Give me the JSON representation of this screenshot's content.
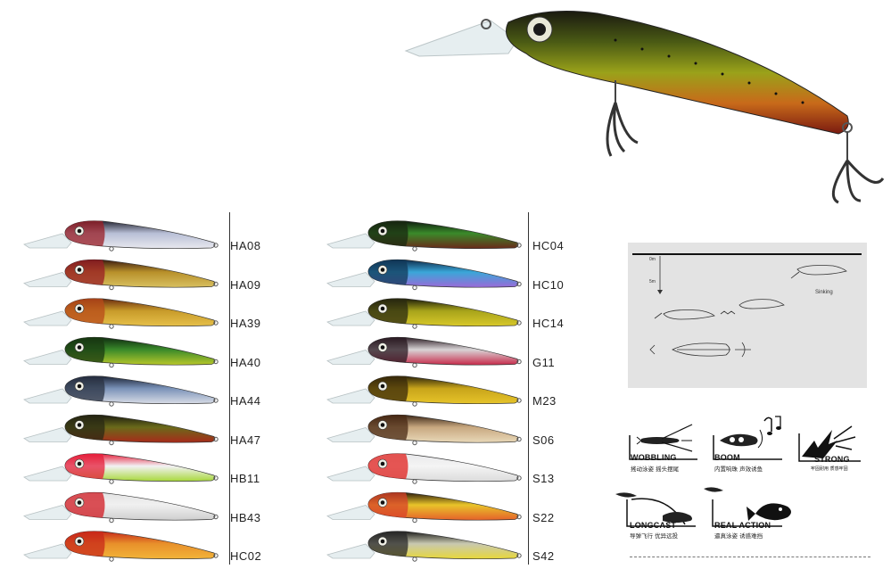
{
  "colors": {
    "black_back": "#1a1a1a",
    "red_head": "#d8262c",
    "lip_clear": "#e6eef0"
  },
  "diagram": {
    "depth_top": "0m",
    "depth_mid": "5m",
    "sinking_label": "Sinking"
  },
  "lures_left": [
    {
      "code": "HA08",
      "back": "#242432",
      "body": "#b8bfd6",
      "belly": "#e8e8ee",
      "head": "#9a1d25"
    },
    {
      "code": "HA09",
      "back": "#3a1a10",
      "body": "#b8902a",
      "belly": "#d8c060",
      "head": "#9a1d25"
    },
    {
      "code": "HA39",
      "back": "#6a2a10",
      "body": "#c89b2a",
      "belly": "#e6c04a",
      "head": "#b84a1a"
    },
    {
      "code": "HA40",
      "back": "#0e2a10",
      "body": "#3a8a2a",
      "belly": "#b8c82a",
      "head": "#1a3a12"
    },
    {
      "code": "HA44",
      "back": "#1a2234",
      "body": "#7a92b8",
      "belly": "#d8dce6",
      "head": "#2a3242"
    },
    {
      "code": "HA47",
      "back": "#1a1a10",
      "body": "#6a6a1a",
      "belly": "#a82a1a",
      "head": "#2a2a14"
    },
    {
      "code": "HB11",
      "back": "#e61e3a",
      "body": "#f2f2f4",
      "belly": "#a8d83a",
      "head": "#e61e3a"
    },
    {
      "code": "HB43",
      "back": "#e3e3e3",
      "body": "#f0f0f0",
      "belly": "#cfcfcf",
      "head": "#d21a22"
    },
    {
      "code": "HC02",
      "back": "#c8281a",
      "body": "#e8902a",
      "belly": "#f2b43a",
      "head": "#c8281a"
    }
  ],
  "lures_right": [
    {
      "code": "HC04",
      "back": "#0e1a0e",
      "body": "#3a8a2a",
      "belly": "#6a2a1a",
      "head": "#1a2a12"
    },
    {
      "code": "HC10",
      "back": "#0e2a4a",
      "body": "#3aa6d8",
      "belly": "#9a6ad8",
      "head": "#123a5a"
    },
    {
      "code": "HC14",
      "back": "#1a1a0a",
      "body": "#a8a41a",
      "belly": "#d8c82a",
      "head": "#2a2a10"
    },
    {
      "code": "G11",
      "back": "#2a1a22",
      "body": "#d8d4d6",
      "belly": "#c82a4a",
      "head": "#2a1a22"
    },
    {
      "code": "M23",
      "back": "#2a220a",
      "body": "#c8a41a",
      "belly": "#e6c42a",
      "head": "#3a2a0a"
    },
    {
      "code": "S06",
      "back": "#3a2414",
      "body": "#c8a880",
      "belly": "#e8d8b8",
      "head": "#4a2a14"
    },
    {
      "code": "S13",
      "back": "#e8e8ea",
      "body": "#f4f4f4",
      "belly": "#dcdcdc",
      "head": "#e0201e"
    },
    {
      "code": "S22",
      "back": "#2a1a0a",
      "body": "#e8c42a",
      "belly": "#e6622a",
      "head": "#d8422a"
    },
    {
      "code": "S42",
      "back": "#1a1a1a",
      "body": "#c8c8b0",
      "belly": "#e8d83a",
      "head": "#2a2a2a"
    }
  ],
  "features": [
    {
      "title": "WOBBLING",
      "sub": "搖动泳姿  摇头摆尾"
    },
    {
      "title": "BOOM",
      "sub": "内置响珠  声效诱鱼"
    },
    {
      "title": "STRONG",
      "sub": "牢固耐用  质感牢固"
    },
    {
      "title": "LONGCAST",
      "sub": "导弹飞行  优异远投"
    },
    {
      "title": "REAL ACTION",
      "sub": "逼真泳姿  诱惑难挡"
    }
  ]
}
